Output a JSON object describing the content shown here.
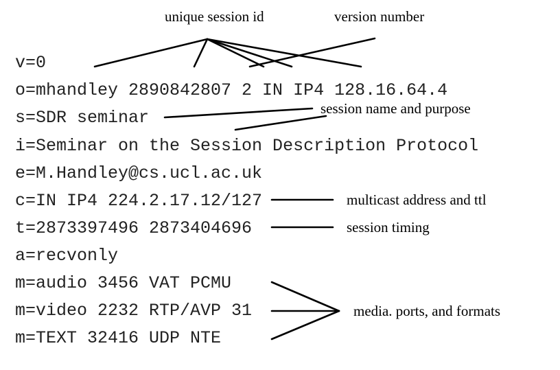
{
  "sdp_lines": [
    "v=0",
    "o=mhandley 2890842807 2 IN IP4 128.16.64.4",
    "s=SDR seminar",
    "i=Seminar on the Session Description Protocol",
    "e=M.Handley@cs.ucl.ac.uk",
    "c=IN IP4 224.2.17.12/127",
    "t=2873397496 2873404696",
    "a=recvonly",
    "m=audio 3456 VAT PCMU",
    "m=video 2232 RTP/AVP 31",
    "m=TEXT 32416 UDP NTE"
  ],
  "annotations": {
    "session_id": "unique session id",
    "version": "version number",
    "session_name": "session name and purpose",
    "multicast": "multicast address and ttl",
    "timing": "session timing",
    "media": "media. ports, and formats"
  }
}
